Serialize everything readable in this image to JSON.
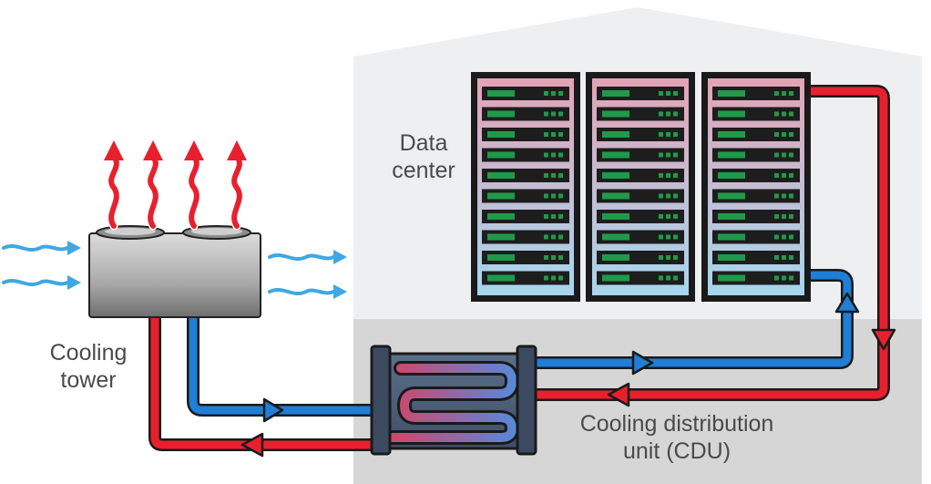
{
  "labels": {
    "data_center": [
      "Data",
      "center"
    ],
    "cooling_tower": [
      "Cooling",
      "tower"
    ],
    "cdu": [
      "Cooling distribution",
      "unit (CDU)"
    ]
  },
  "colors": {
    "hot": "#e8202e",
    "cold": "#1f7ed6",
    "building_top": "#eeeff1",
    "building_bottom": "#d6d6d6",
    "rack_top": "#e4a3b6",
    "rack_bottom": "#a6d7ee",
    "server_led": "#1f9a4a",
    "heat_arrow": "#e8202e",
    "air_arrow": "#3fa7e4"
  },
  "icons": {
    "heat": "wavy-up-arrow-icon",
    "air": "wavy-right-arrow-icon",
    "flow": "flow-direction-arrow-icon"
  }
}
